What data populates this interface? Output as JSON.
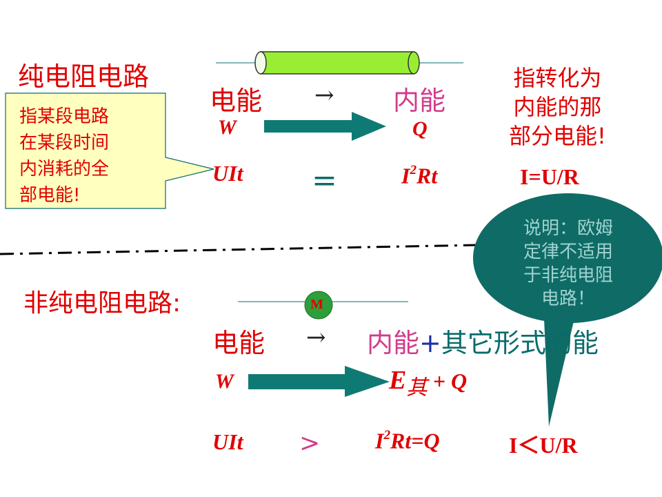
{
  "pure": {
    "title": "纯电阻电路",
    "callout_lines": [
      "指某段电路",
      "在某段时间",
      "内消耗的全",
      "部电能!"
    ],
    "from_label": "电能",
    "arrow_symbol": "→",
    "to_label": "内能",
    "note_lines": [
      "指转化为",
      "内能的那",
      "部分电能!"
    ],
    "W": "W",
    "Q": "Q",
    "UIt": "UIt",
    "equals": "=",
    "i2rt_base": "I",
    "i2rt_sup": "2",
    "i2rt_rest": "Rt",
    "ohm": "I=U/R"
  },
  "nonpure": {
    "title": "非纯电阻电路:",
    "motor_label": "M",
    "from_label": "电能",
    "arrow_symbol": "→",
    "to_label": "内能",
    "plus": "+",
    "other": "其它形式的能",
    "W": "W",
    "e_base": "E",
    "e_sub": "其",
    "e_plus_q": " + Q",
    "UIt": "UIt",
    "greater": ">",
    "i2rtq_base": "I",
    "i2rtq_sup": "2",
    "i2rtq_rest": "Rt=Q",
    "ohm": "I＜U/R"
  },
  "bubble": {
    "lines": [
      "说明：欧姆",
      "定律不适用",
      "于非纯电阻",
      "电路！"
    ]
  },
  "colors": {
    "red": "#e00000",
    "pink": "#d23b8c",
    "teal": "#0a6b6b",
    "resistor": "#99ee33",
    "callout_bg": "#ffffc0",
    "bubble": "#0f6b66",
    "motor": "#2e9e3a"
  }
}
